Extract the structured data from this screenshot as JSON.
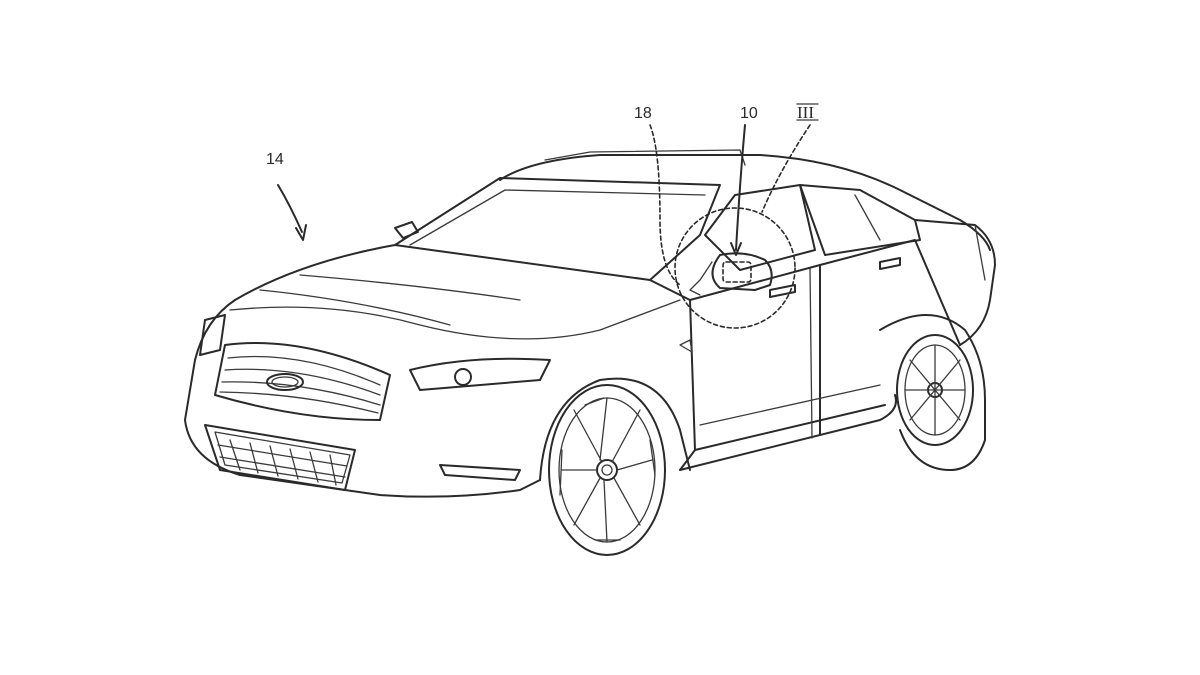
{
  "figure": {
    "reference_labels": {
      "vehicle": "14",
      "feature": "10",
      "mirror_region": "18",
      "detail_view": "III"
    }
  }
}
